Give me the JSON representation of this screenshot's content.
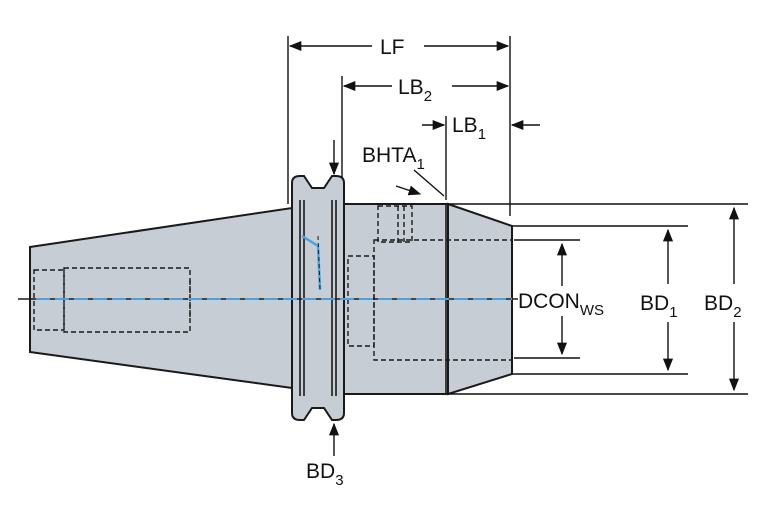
{
  "dimensions": {
    "LF": {
      "main": "LF",
      "sub": ""
    },
    "LB2": {
      "main": "LB",
      "sub": "2"
    },
    "LB1": {
      "main": "LB",
      "sub": "1"
    },
    "BHTA1": {
      "main": "BHTA",
      "sub": "1"
    },
    "DCONWS": {
      "main": "DCON",
      "sub": "WS"
    },
    "BD1": {
      "main": "BD",
      "sub": "1"
    },
    "BD2": {
      "main": "BD",
      "sub": "2"
    },
    "BD3": {
      "main": "BD",
      "sub": "3"
    }
  },
  "colors": {
    "body_fill": "#c7cdd4",
    "outline": "#1a1a1a",
    "coolant": "#4aa3e0",
    "dim_line": "#111111"
  }
}
